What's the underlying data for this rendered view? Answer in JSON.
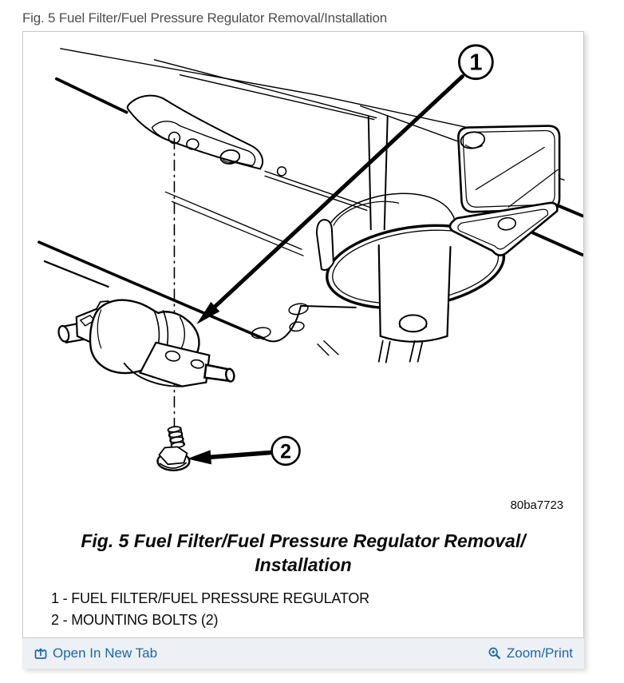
{
  "page": {
    "title": "Fig. 5 Fuel Filter/Fuel Pressure Regulator Removal/Installation"
  },
  "figure": {
    "drawing_number": "80ba7723",
    "callouts": [
      {
        "number": "1"
      },
      {
        "number": "2"
      }
    ],
    "caption_line1": "Fig. 5 Fuel Filter/Fuel Pressure Regulator Removal/",
    "caption_line2": "Installation",
    "legend": [
      {
        "label": "1 - FUEL FILTER/FUEL PRESSURE REGULATOR"
      },
      {
        "label": "2 - MOUNTING BOLTS (2)"
      }
    ]
  },
  "footer": {
    "open_in_new_tab_label": "Open In New Tab",
    "zoom_print_label": "Zoom/Print",
    "open_icon": "open-in-new-tab-icon",
    "zoom_icon": "magnifier-plus-icon"
  },
  "colors": {
    "link": "#1b67b1",
    "footer_bg": "#edf0f4",
    "title_text": "#4e4e50",
    "line_art": "#000000"
  }
}
